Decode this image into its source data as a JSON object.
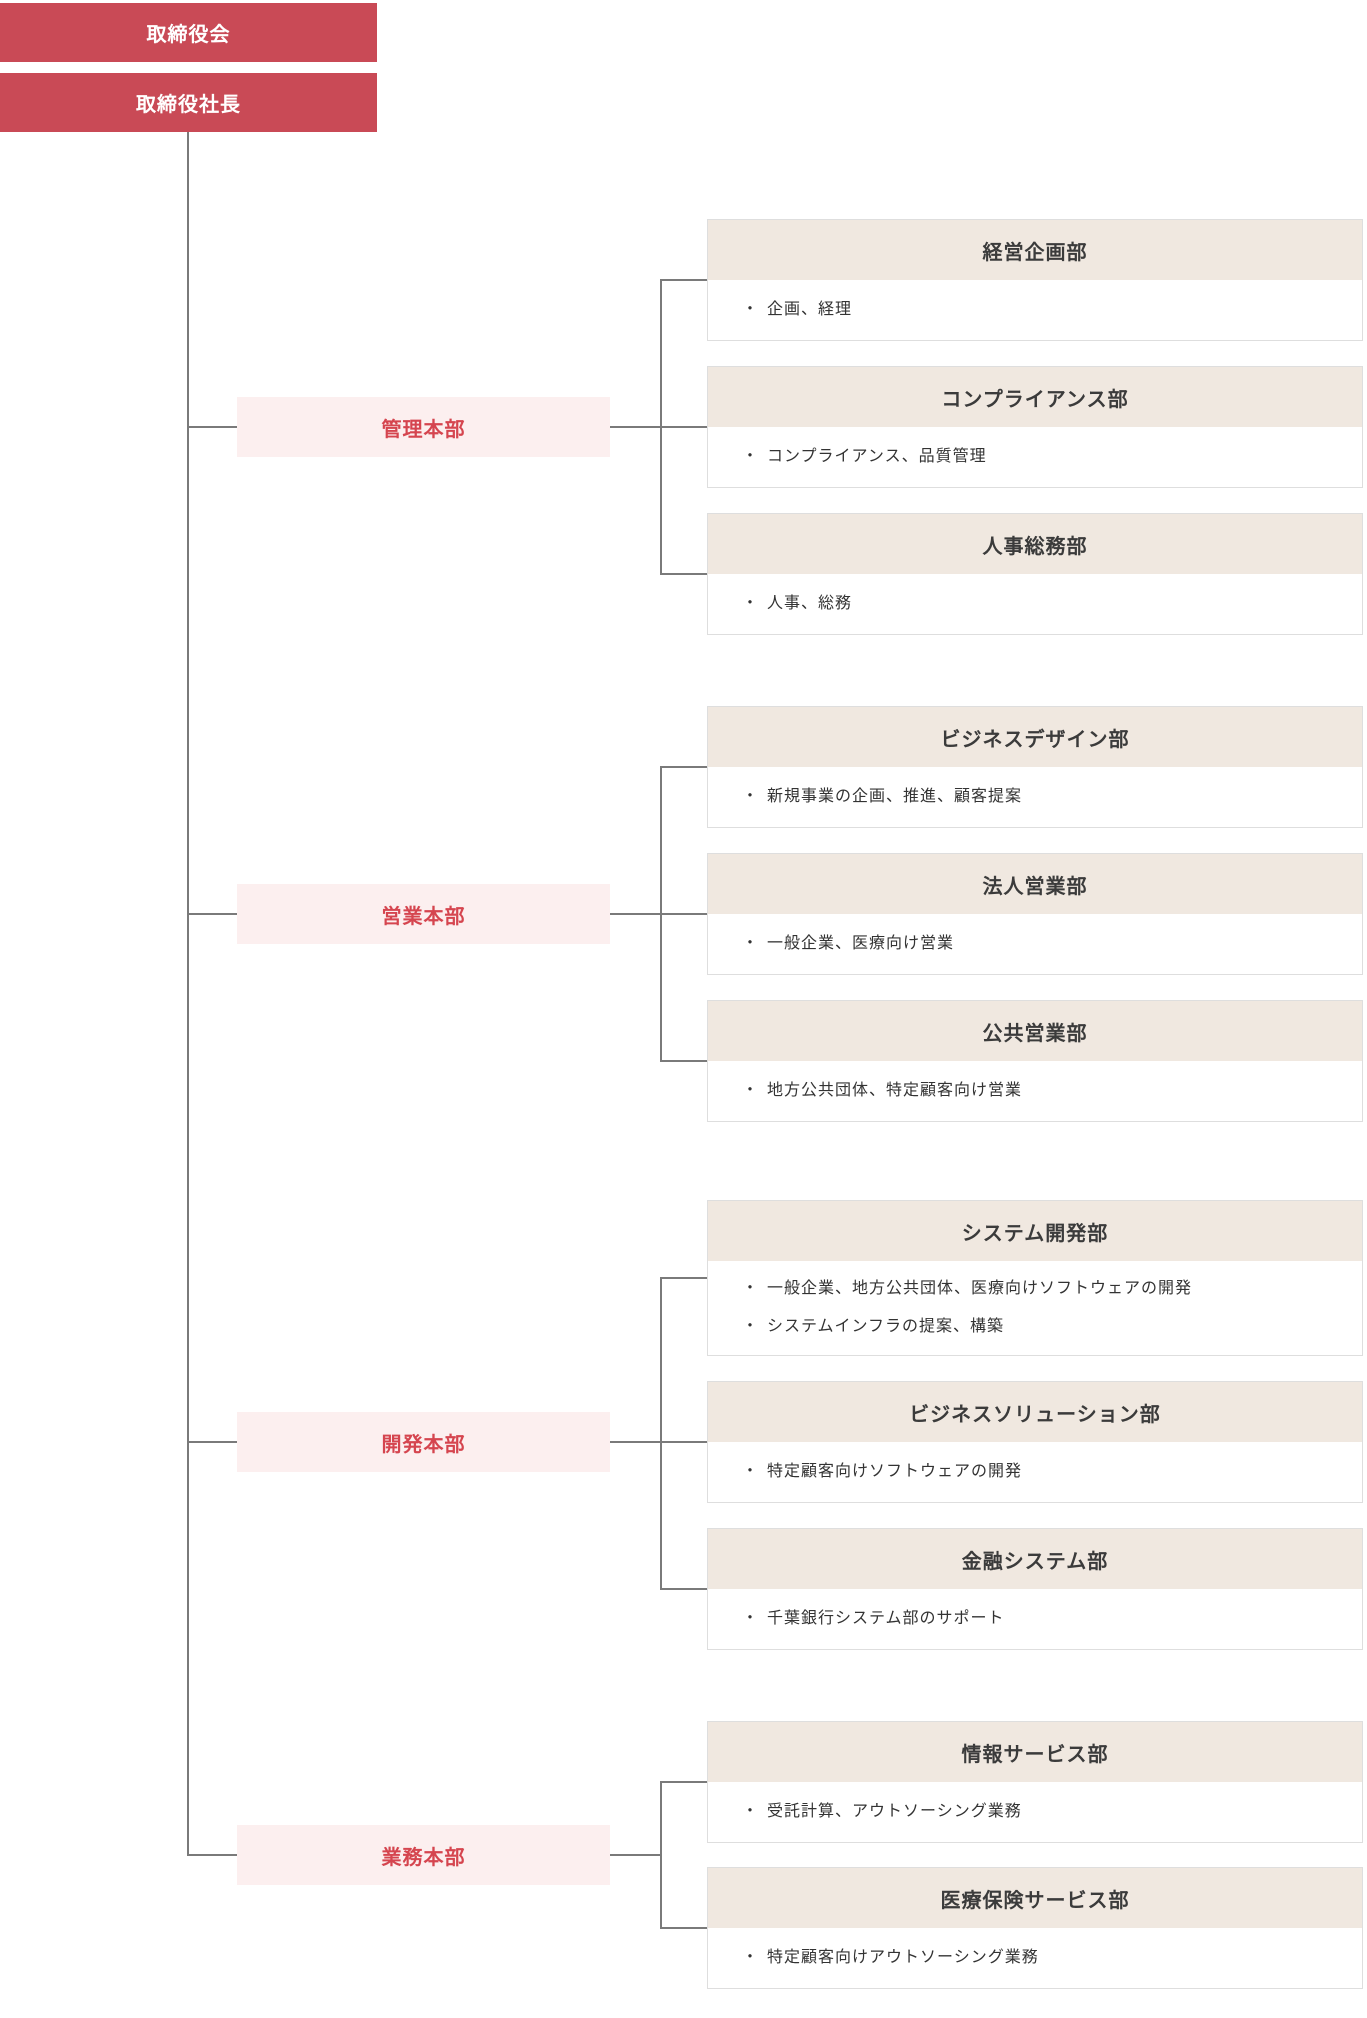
{
  "meta": {
    "bullet_char": "・"
  },
  "colors": {
    "banner_red": "#C94A56",
    "division_bg": "#FCEFEF",
    "division_text": "#D5454F",
    "dept_header_bg": "#F0E8E0",
    "dept_header_text": "#3B3B3B",
    "connector_line": "#7A7A7A",
    "body_text": "#333333"
  },
  "executives": [
    {
      "label": "取締役会"
    },
    {
      "label": "取締役社長"
    }
  ],
  "divisions": [
    {
      "label": "管理本部",
      "departments": [
        {
          "name": "経営企画部",
          "items": [
            "企画、経理"
          ]
        },
        {
          "name": "コンプライアンス部",
          "items": [
            "コンプライアンス、品質管理"
          ]
        },
        {
          "name": "人事総務部",
          "items": [
            "人事、総務"
          ]
        }
      ]
    },
    {
      "label": "営業本部",
      "departments": [
        {
          "name": "ビジネスデザイン部",
          "items": [
            "新規事業の企画、推進、顧客提案"
          ]
        },
        {
          "name": "法人営業部",
          "items": [
            "一般企業、医療向け営業"
          ]
        },
        {
          "name": "公共営業部",
          "items": [
            "地方公共団体、特定顧客向け営業"
          ]
        }
      ]
    },
    {
      "label": "開発本部",
      "departments": [
        {
          "name": "システム開発部",
          "items": [
            "一般企業、地方公共団体、医療向けソフトウェアの開発",
            "システムインフラの提案、構築"
          ]
        },
        {
          "name": "ビジネスソリューション部",
          "items": [
            "特定顧客向けソフトウェアの開発"
          ]
        },
        {
          "name": "金融システム部",
          "items": [
            "千葉銀行システム部のサポート"
          ]
        }
      ]
    },
    {
      "label": "業務本部",
      "departments": [
        {
          "name": "情報サービス部",
          "items": [
            "受託計算、アウトソーシング業務"
          ]
        },
        {
          "name": "医療保険サービス部",
          "items": [
            "特定顧客向けアウトソーシング業務"
          ]
        }
      ]
    }
  ]
}
